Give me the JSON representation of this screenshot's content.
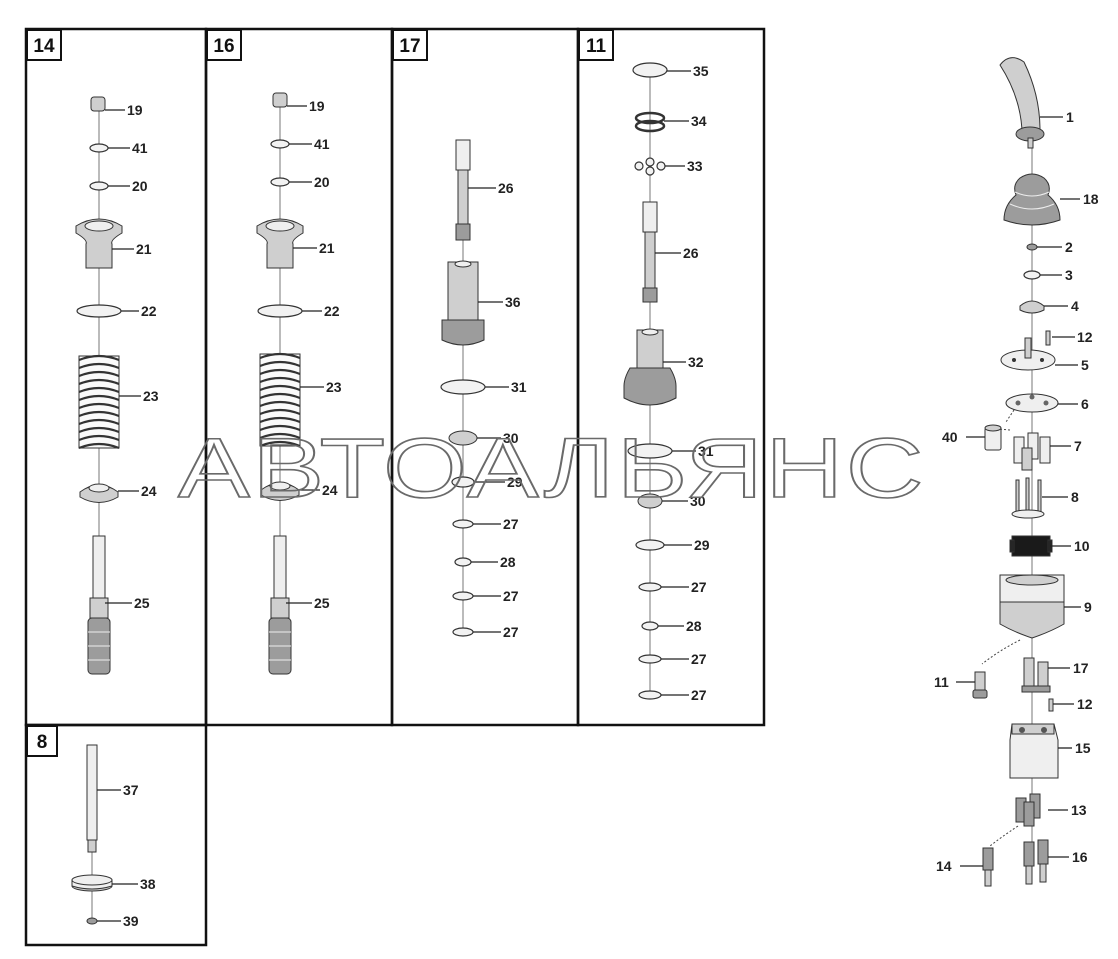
{
  "watermark": "АВТОАЛЬЯНС",
  "panels": [
    {
      "id": "p14",
      "tag": "14"
    },
    {
      "id": "p16",
      "tag": "16"
    },
    {
      "id": "p17",
      "tag": "17"
    },
    {
      "id": "p11",
      "tag": "11"
    },
    {
      "id": "p8",
      "tag": "8"
    }
  ],
  "callouts": {
    "p14": [
      "19",
      "41",
      "20",
      "21",
      "22",
      "23",
      "24",
      "25"
    ],
    "p16": [
      "19",
      "41",
      "20",
      "21",
      "22",
      "23",
      "24",
      "25"
    ],
    "p17": [
      "26",
      "36",
      "31",
      "30",
      "29",
      "27",
      "28",
      "27",
      "27"
    ],
    "p11": [
      "35",
      "34",
      "33",
      "26",
      "32",
      "31",
      "30",
      "29",
      "27",
      "28",
      "27",
      "27"
    ],
    "p8": [
      "37",
      "38",
      "39"
    ],
    "main": [
      "1",
      "18",
      "2",
      "3",
      "4",
      "12",
      "5",
      "6",
      "40",
      "7",
      "8",
      "10",
      "9",
      "11",
      "17",
      "12",
      "15",
      "13",
      "14",
      "16"
    ]
  }
}
